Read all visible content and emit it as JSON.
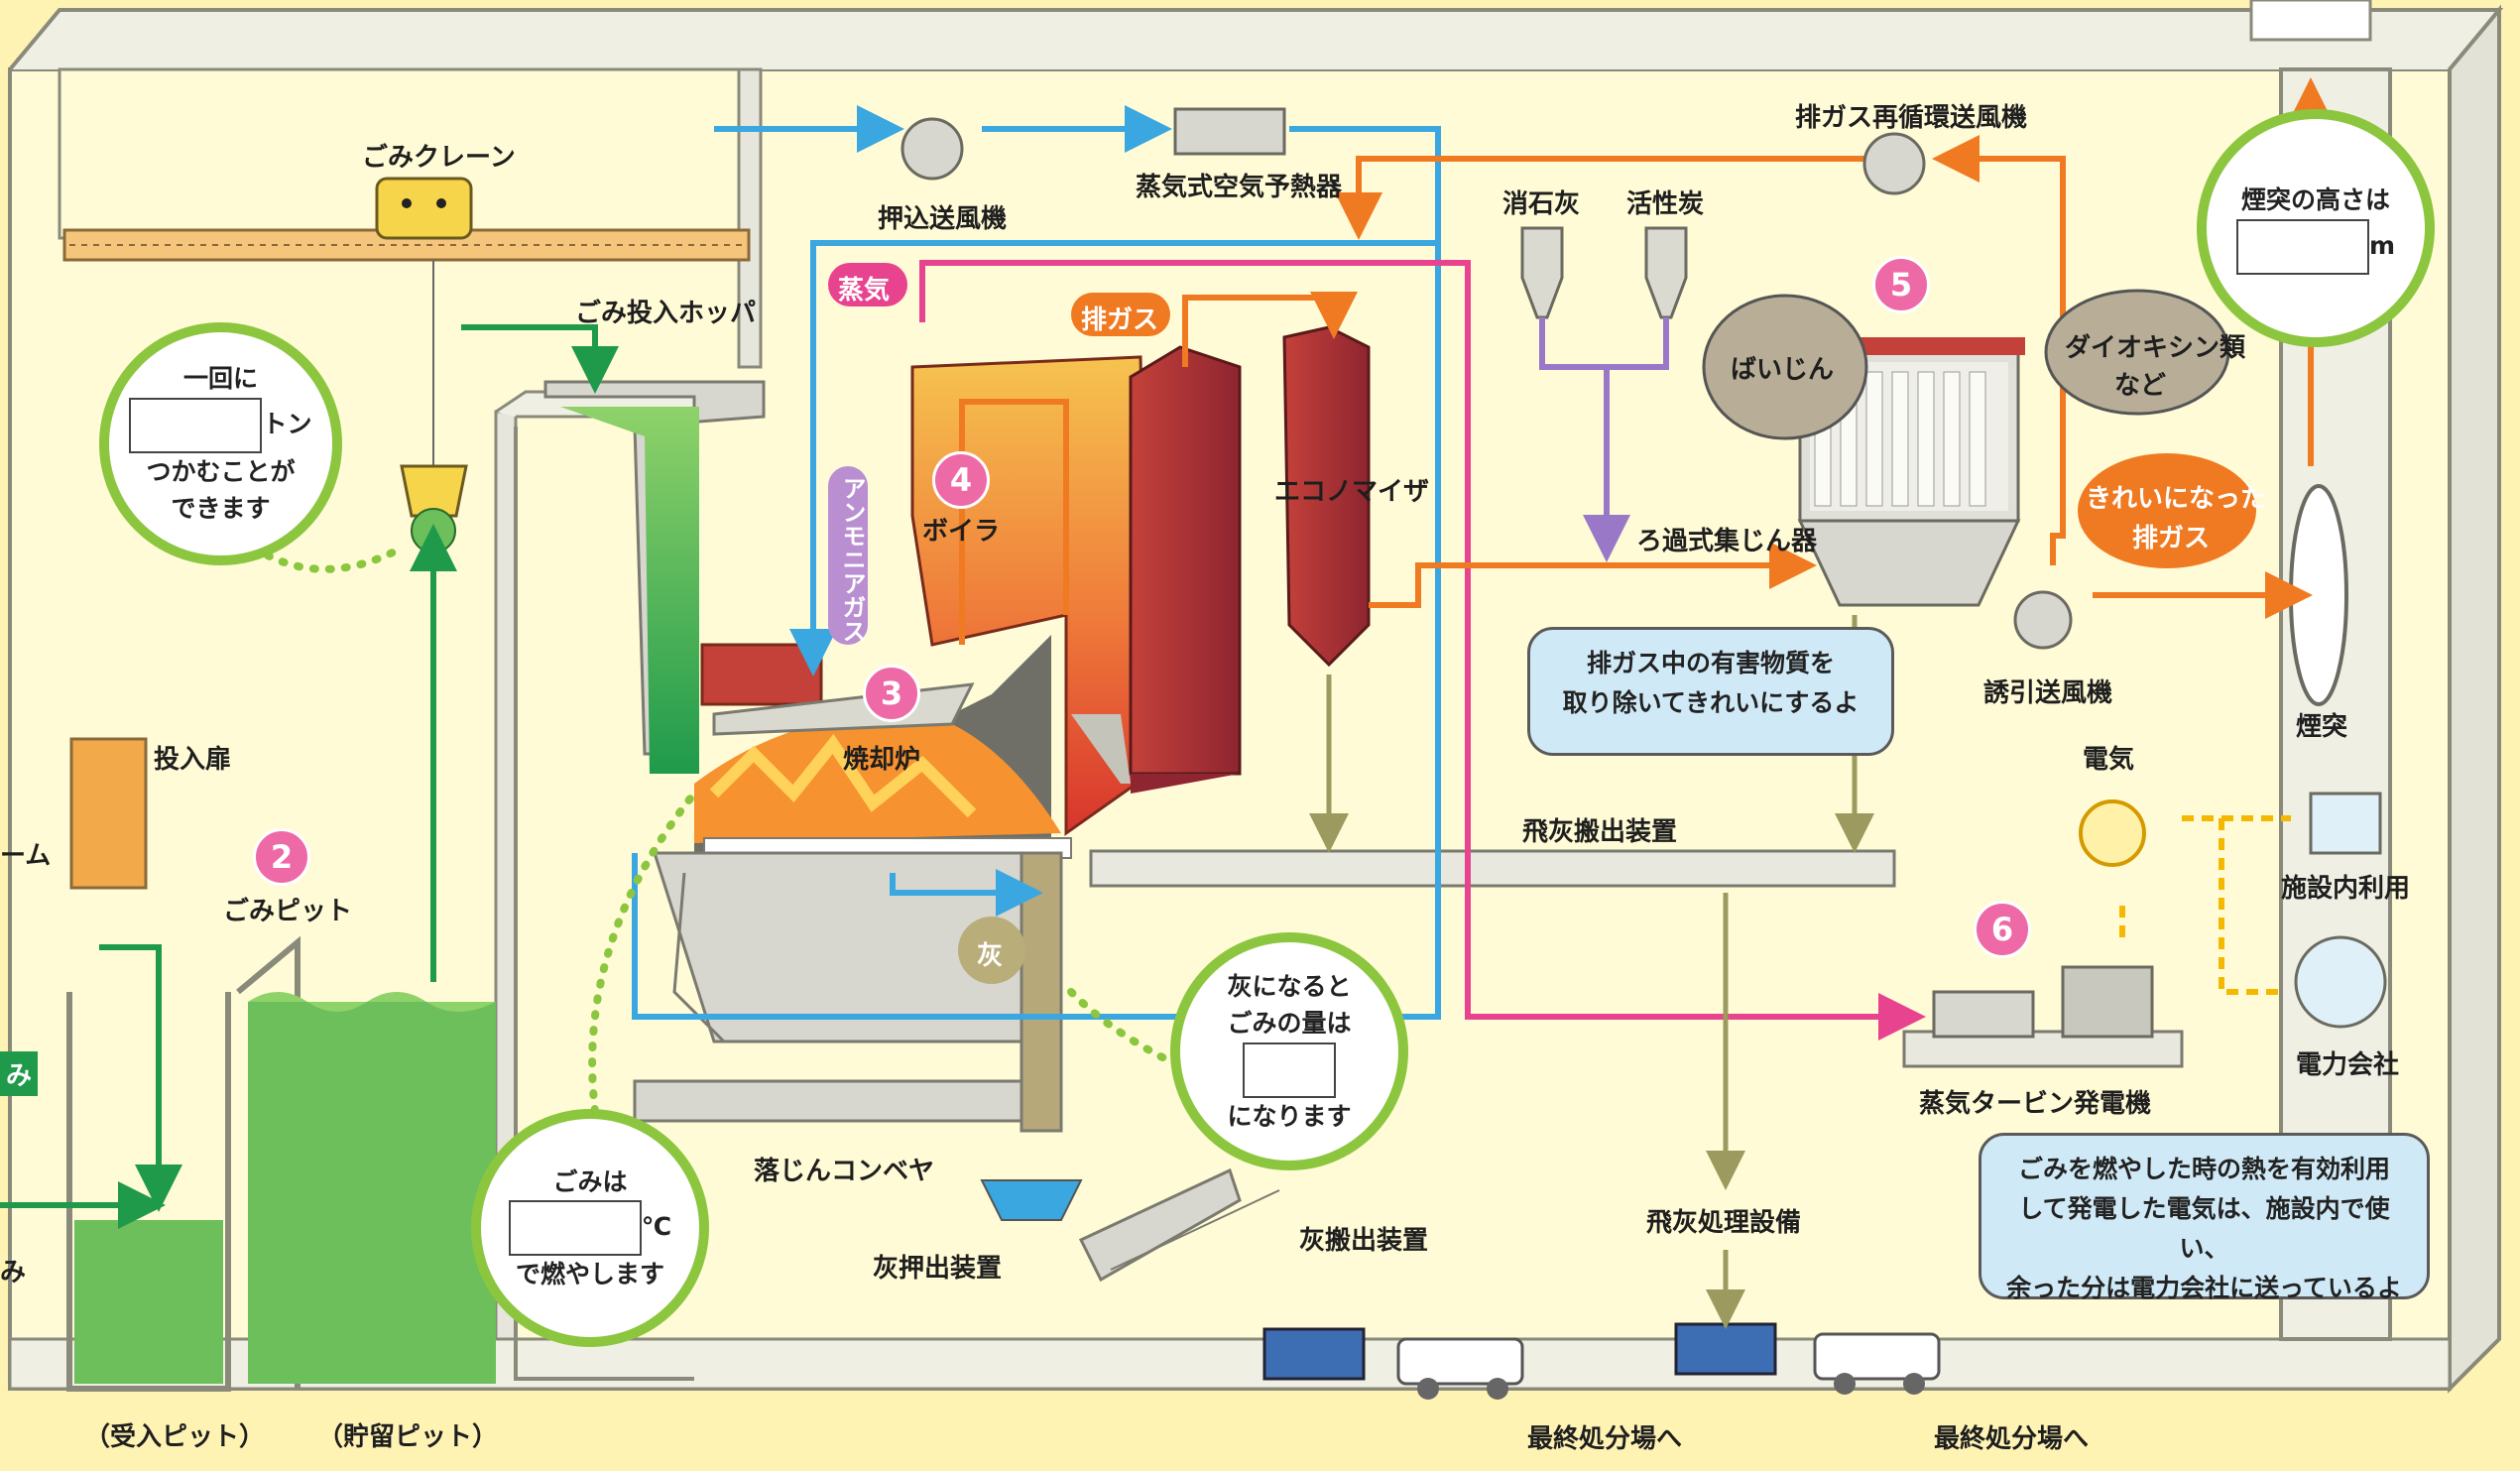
{
  "labels": {
    "crane": "ごみクレーン",
    "hopper": "ごみ投入ホッパ",
    "push_fan": "押込送風機",
    "air_preheater": "蒸気式空気予熱器",
    "recirc_fan": "排ガス再循環送風機",
    "lime": "消石灰",
    "carbon": "活性炭",
    "steam": "蒸気",
    "exhaust_gas": "排ガス",
    "ammonia": "アンモニアガス",
    "boiler": "ボイラ",
    "economizer": "エコノマイザ",
    "incinerator": "焼却炉",
    "dust": "ばいじん",
    "dioxin_line1": "ダイオキシン類",
    "dioxin_line2": "など",
    "bag_filter": "ろ過式集じん器",
    "clean_gas_line1": "きれいになった",
    "clean_gas_line2": "排ガス",
    "induced_fan": "誘引送風機",
    "chimney": "煙突",
    "fly_ash_conveyor": "飛灰搬出装置",
    "electricity": "電気",
    "onsite_use": "施設内利用",
    "power_company": "電力会社",
    "turbine": "蒸気タービン発電機",
    "fly_ash_treatment": "飛灰処理設備",
    "grate_conveyor": "落じんコンベヤ",
    "ash_pusher": "灰押出装置",
    "ash_carrier": "灰搬出装置",
    "ash": "灰",
    "charging_door": "投入扉",
    "pit": "ごみピット",
    "receiving_pit": "（受入ピット）",
    "storage_pit": "（貯留ピット）",
    "landfill_1": "最終処分場へ",
    "landfill_2": "最終処分場へ",
    "edge_gomi": "み",
    "edge_gomi2": "み",
    "edge_room": "ーム"
  },
  "steps": [
    "2",
    "3",
    "4",
    "5",
    "6"
  ],
  "callouts": {
    "crane_line1": "一回に",
    "crane_unit": "トン",
    "crane_line2": "つかむことが",
    "crane_line3": "できます",
    "temp_line1": "ごみは",
    "temp_unit": "℃",
    "temp_line2": "で燃やします",
    "ash_line1": "灰になると",
    "ash_line2": "ごみの量は",
    "ash_line3": "になります",
    "chimney_line1": "煙突の高さは",
    "chimney_unit": "m"
  },
  "bubbles": {
    "filter_line1": "排ガス中の有害物質を",
    "filter_line2": "取り除いてきれいにするよ",
    "power_line1": "ごみを燃やした時の熱を有効利用",
    "power_line2": "して発電した電気は、施設内で使い、",
    "power_line3": "余った分は電力会社に送っているよ"
  },
  "colors": {
    "background": "#fffbd6",
    "water_air": "#3aa7e0",
    "steam": "#e8438f",
    "exhaust": "#f07a22",
    "chemical": "#9a78c8",
    "ash": "#9c9a5e",
    "garbage": "#1f9a4b",
    "accent_green": "#8cc63f",
    "step_pink": "#ee6aa7"
  }
}
